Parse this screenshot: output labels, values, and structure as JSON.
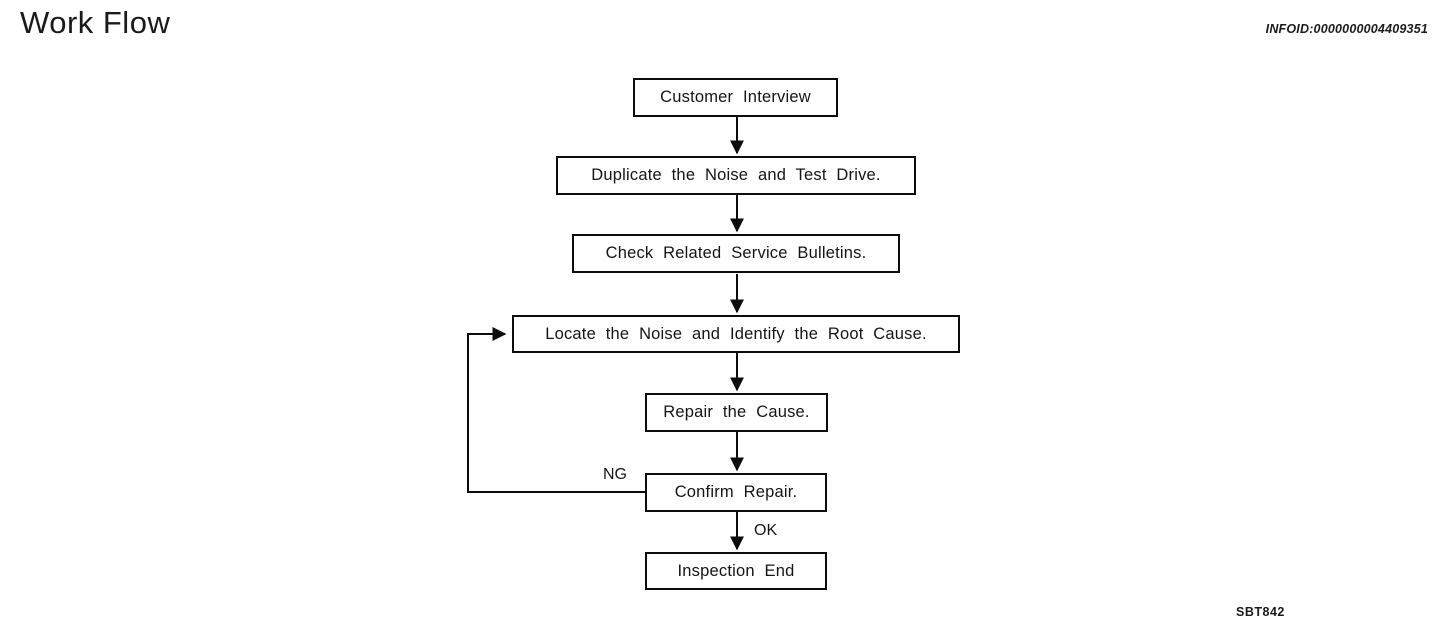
{
  "page": {
    "title": "Work Flow",
    "infoid": "INFOID:0000000004409351",
    "figure_code": "SBT842",
    "colors": {
      "ink": "#0c0c0c",
      "background": "#ffffff"
    }
  },
  "flowchart": {
    "steps": [
      {
        "label": "Customer Interview"
      },
      {
        "label": "Duplicate the Noise and Test Drive."
      },
      {
        "label": "Check Related Service Bulletins."
      },
      {
        "label": "Locate the Noise and Identify the Root Cause."
      },
      {
        "label": "Repair the Cause."
      },
      {
        "label": "Confirm Repair."
      },
      {
        "label": "Inspection End"
      }
    ],
    "branch_labels": {
      "ng": "NG",
      "ok": "OK"
    }
  }
}
